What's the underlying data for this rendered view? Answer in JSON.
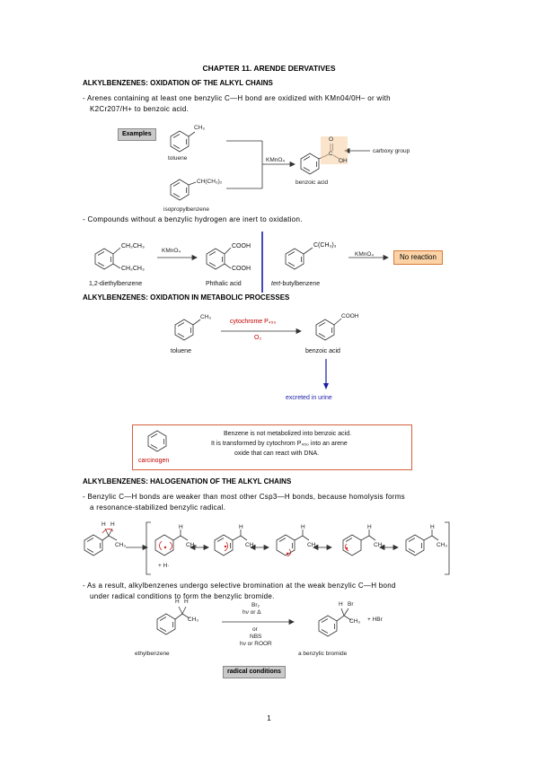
{
  "title": "CHAPTER 11. ARENDE DERVATIVES",
  "sections": {
    "oxidation": {
      "heading": "ALKYLBENZENES: OXIDATION OF THE ALKYL CHAINS",
      "bullet1_line1": "- Arenes containing at least one benzylic C—H bond are oxidized with KMn04/0H– or with",
      "bullet1_line2": "K2Cr207/H+ to benzoic acid.",
      "examples_badge": "Examples",
      "ch3": "CH₃",
      "toluene": "toluene",
      "ch_ch3_2": "CH(CH₃)₂",
      "isopropylbenzene": "isopropylbenzene",
      "kmno4": "KMnO₄",
      "o": "O",
      "oh": "OH",
      "c": "C",
      "benzoic_acid": "benzoic acid",
      "carboxy_group": "carboxy group",
      "bullet2": "- Compounds without a benzylic hydrogen are inert to oxidation.",
      "ch2ch3_top": "CH₂CH₃",
      "ch2ch3_bottom": "CH₂CH₃",
      "diethylbenzene": "1,2-diethylbenzene",
      "cooh_top": "COOH",
      "cooh_bottom": "COOH",
      "phthalic_acid": "Phthalic acid",
      "c_ch3_3": "C(CH₃)₃",
      "tert_prefix": "tert",
      "tert_rest": "-butylbenzene",
      "no_reaction": "No reaction"
    },
    "metabolic": {
      "heading": "ALKYLBENZENES: OXIDATION IN METABOLIC PROCESSES",
      "ch3": "CH₃",
      "toluene": "toluene",
      "cytochrome": "cytochrome P₄₅₀",
      "o2": "O₂",
      "cooh": "COOH",
      "benzoic_acid": "benzoic acid",
      "excreted": "excreted in urine",
      "note_line1": "Benzene is not metabolized into benzoic acid.",
      "note_line2": "It is transformed by cytochrom P₄₅₀ into an arene",
      "note_line3": "oxide that can react with DNA.",
      "carcinogen": "carcinogen"
    },
    "halogenation": {
      "heading": "ALKYLBENZENES: HALOGENATION OF THE ALKYL CHAINS",
      "bullet1_line1": "- Benzylic C—H bonds are weaker than most other Csp3—H bonds, because homolysis forms",
      "bullet1_line2": "a resonance-stabilized benzylic radical.",
      "h": "H",
      "ch3": "CH₃",
      "h_radical": "+ H·",
      "bullet2_line1": "- As a result, alkylbenzenes undergo selective bromination at the weak benzylic C—H bond",
      "bullet2_line2": "under radical conditions to form the benzylic bromide.",
      "br2": "Br₂",
      "hv_or_delta": "hν or Δ",
      "or": "or",
      "nbs": "NBS",
      "hv_or_roor": "hν or ROOR",
      "ethylbenzene": "ethylbenzene",
      "br": "Br",
      "hbr": "+ HBr",
      "benzylic_bromide": "a benzylic bromide",
      "radical_conditions": "radical conditions"
    }
  },
  "page_number": "1",
  "colors": {
    "red": "#c00000",
    "blue": "#1a1aa8",
    "badge": "#c9c9c9",
    "note_border": "#d6603a",
    "no_reaction_bg": "#fbd3a6"
  }
}
